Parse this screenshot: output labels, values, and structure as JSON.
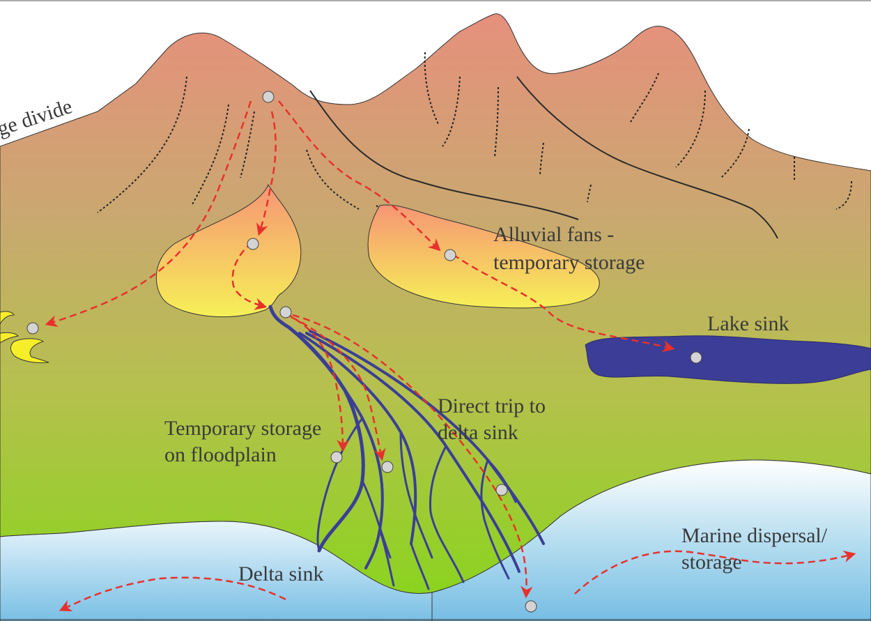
{
  "labels": {
    "drainage_divide": "ge divide",
    "alluvial_fans_line1": "Alluvial fans -",
    "alluvial_fans_line2": "temporary storage",
    "lake_sink": "Lake sink",
    "direct_trip_line1": "Direct trip to",
    "direct_trip_line2": "delta sink",
    "temporary_storage_line1": "Temporary storage",
    "temporary_storage_line2": "on floodplain",
    "marine_line1": "Marine dispersal/",
    "marine_line2": "storage",
    "delta_sink": "Delta sink"
  },
  "colors": {
    "mountain_top": "#e38f7a",
    "plain_bottom": "#8fcf2a",
    "fan_top": "#f7a07a",
    "fan_bottom": "#f7ee5a",
    "lake": "#3a3a94",
    "sea_top": "#ffffff",
    "sea_bottom": "#7cc2e6",
    "river": "#3a3f96",
    "sediment_path": "#e8302c",
    "particle": "#d4d4d4"
  }
}
